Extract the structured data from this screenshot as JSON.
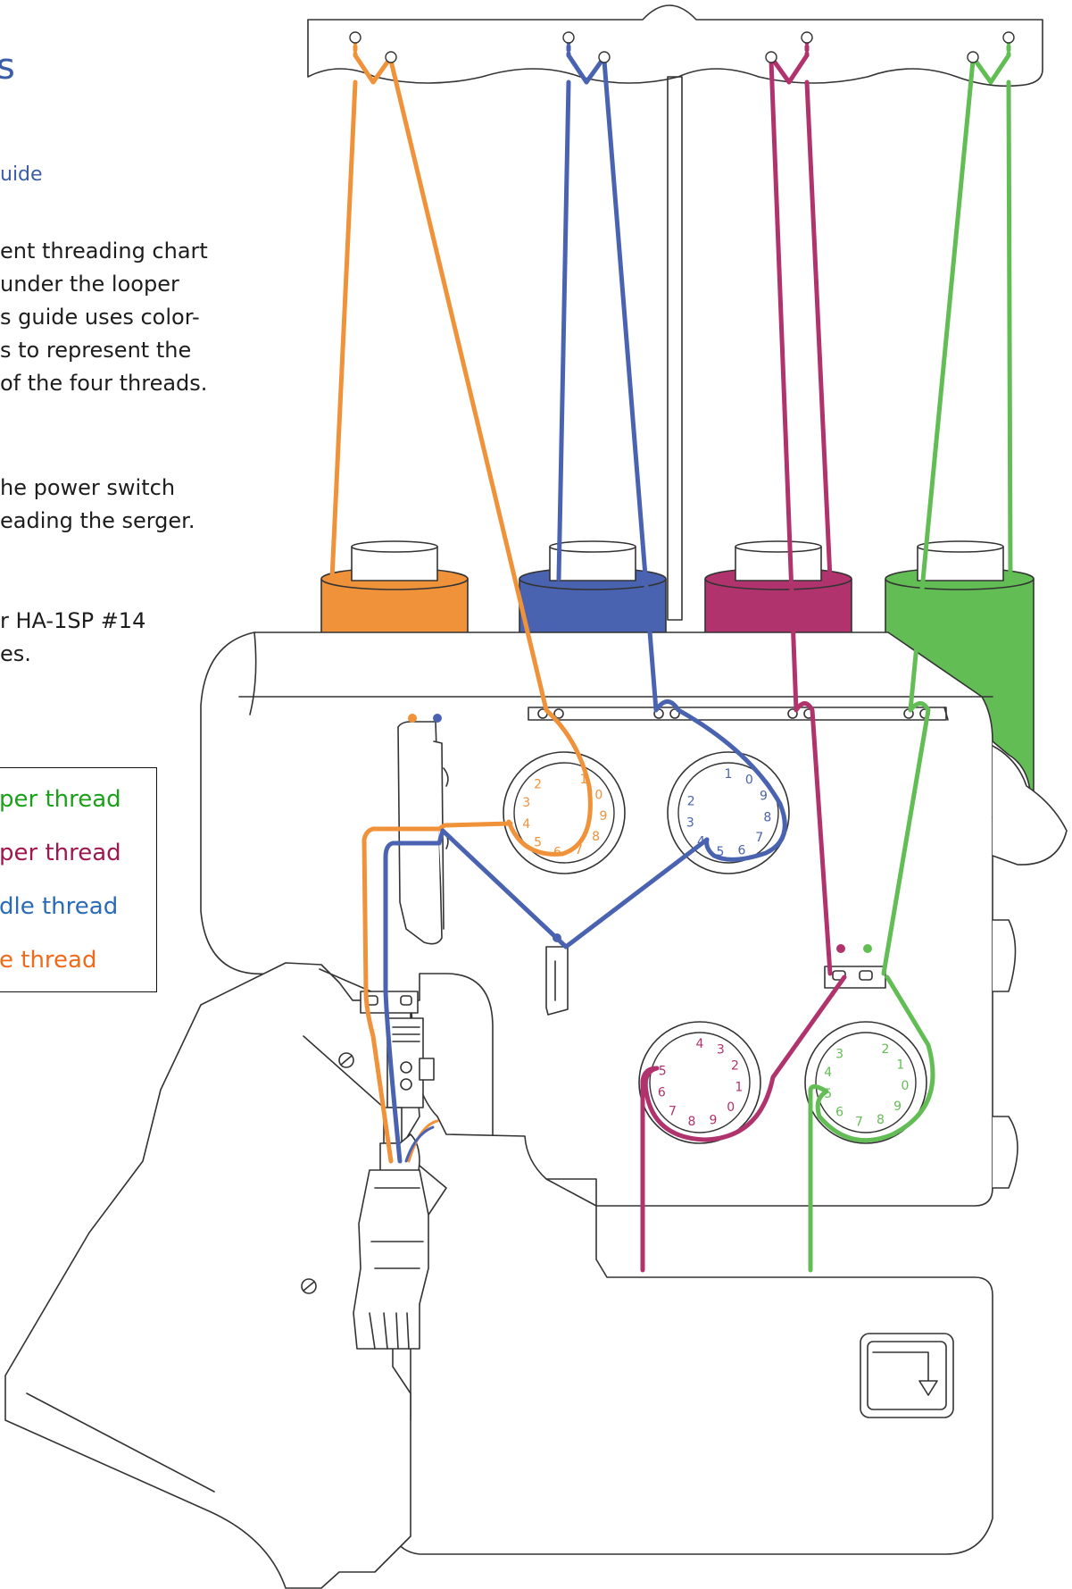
{
  "text": {
    "heading_fragment": "s",
    "subheading_fragment": "uide",
    "paragraph1_lines": [
      "ent threading chart",
      "under the looper",
      "s guide uses color-",
      "s to represent the",
      "of the four threads."
    ],
    "paragraph2_lines": [
      "he power switch",
      "eading the serger."
    ],
    "paragraph3_lines": [
      "r HA-1SP #14",
      "es."
    ]
  },
  "legend": [
    {
      "label": "per thread",
      "color": "#1aa01a"
    },
    {
      "label": "per thread",
      "color": "#a0174f"
    },
    {
      "label": "dle thread",
      "color": "#2a6bb5"
    },
    {
      "label": "e thread",
      "color": "#f06a1a"
    }
  ],
  "colors": {
    "orange": "#f0923a",
    "blue": "#4a63b0",
    "magenta": "#b0336d",
    "green": "#63bd55",
    "outline": "#333333",
    "heading": "#3b5da8"
  },
  "dials": {
    "upper_orange": [
      "1",
      "0",
      "9",
      "8",
      "7",
      "6",
      "5",
      "4",
      "3",
      "2"
    ],
    "upper_blue": [
      "1",
      "0",
      "9",
      "8",
      "7",
      "6",
      "5",
      "4",
      "3",
      "2"
    ],
    "lower_magenta": [
      "4",
      "3",
      "2",
      "1",
      "0",
      "9",
      "8",
      "7",
      "6",
      "5"
    ],
    "lower_green": [
      "2",
      "1",
      "0",
      "9",
      "8",
      "7",
      "6",
      "5",
      "4",
      "3"
    ]
  }
}
